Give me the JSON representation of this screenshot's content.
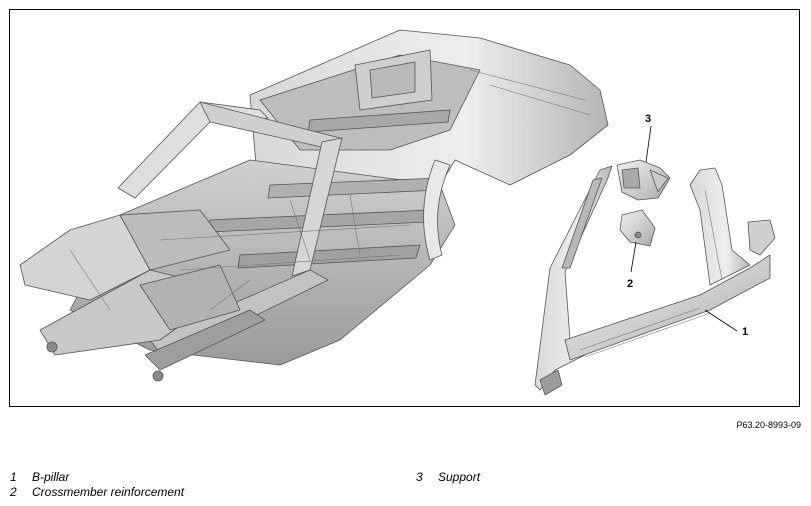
{
  "figure": {
    "callouts": [
      "3",
      "2",
      "1"
    ],
    "reference": "P63.20-8993-09"
  },
  "legend": {
    "left": [
      {
        "number": "1",
        "label": "B-pillar"
      },
      {
        "number": "2",
        "label": "Crossmember reinforcement"
      }
    ],
    "right": [
      {
        "number": "3",
        "label": "Support"
      }
    ]
  },
  "colors": {
    "metal_light": "#e6e6e6",
    "metal_mid": "#c4c4c4",
    "metal_dark": "#8f8f8f",
    "outline": "#555555",
    "border": "#000000"
  }
}
